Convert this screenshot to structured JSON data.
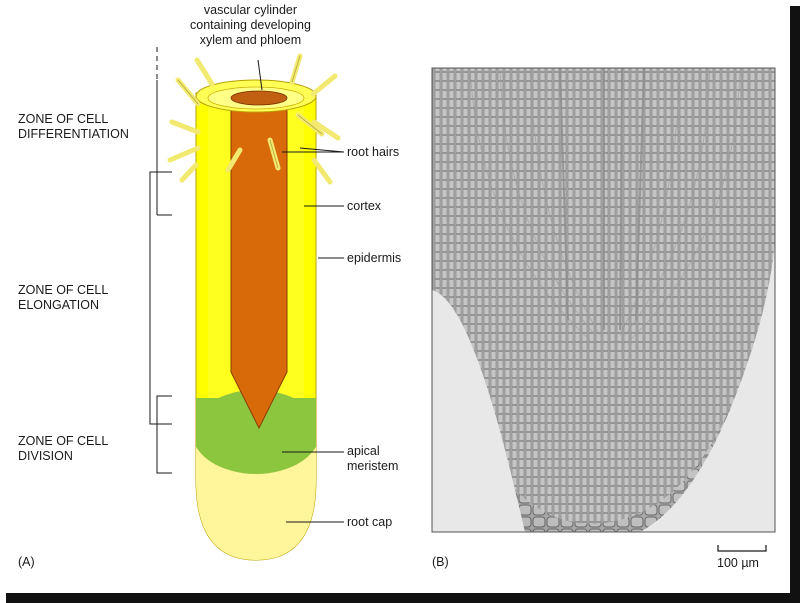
{
  "panel_a": {
    "label": "(A)",
    "zones": {
      "differentiation": "ZONE OF CELL\nDIFFERENTIATION",
      "elongation": "ZONE OF CELL\nELONGATION",
      "division": "ZONE OF CELL\nDIVISION"
    },
    "labels": {
      "vascular": "vascular cylinder\ncontaining developing\nxylem and phloem",
      "root_hairs": "root hairs",
      "cortex": "cortex",
      "epidermis": "epidermis",
      "apical_meristem": "apical\nmeristem",
      "root_cap": "root cap"
    },
    "colors": {
      "epidermis": "#ffff00",
      "cortex_inner": "#ffff66",
      "vascular": "#d86a0a",
      "meristem": "#8cc63f",
      "root_cap": "#fff59a"
    }
  },
  "panel_b": {
    "label": "(B)",
    "scale_bar": "100 µm"
  }
}
